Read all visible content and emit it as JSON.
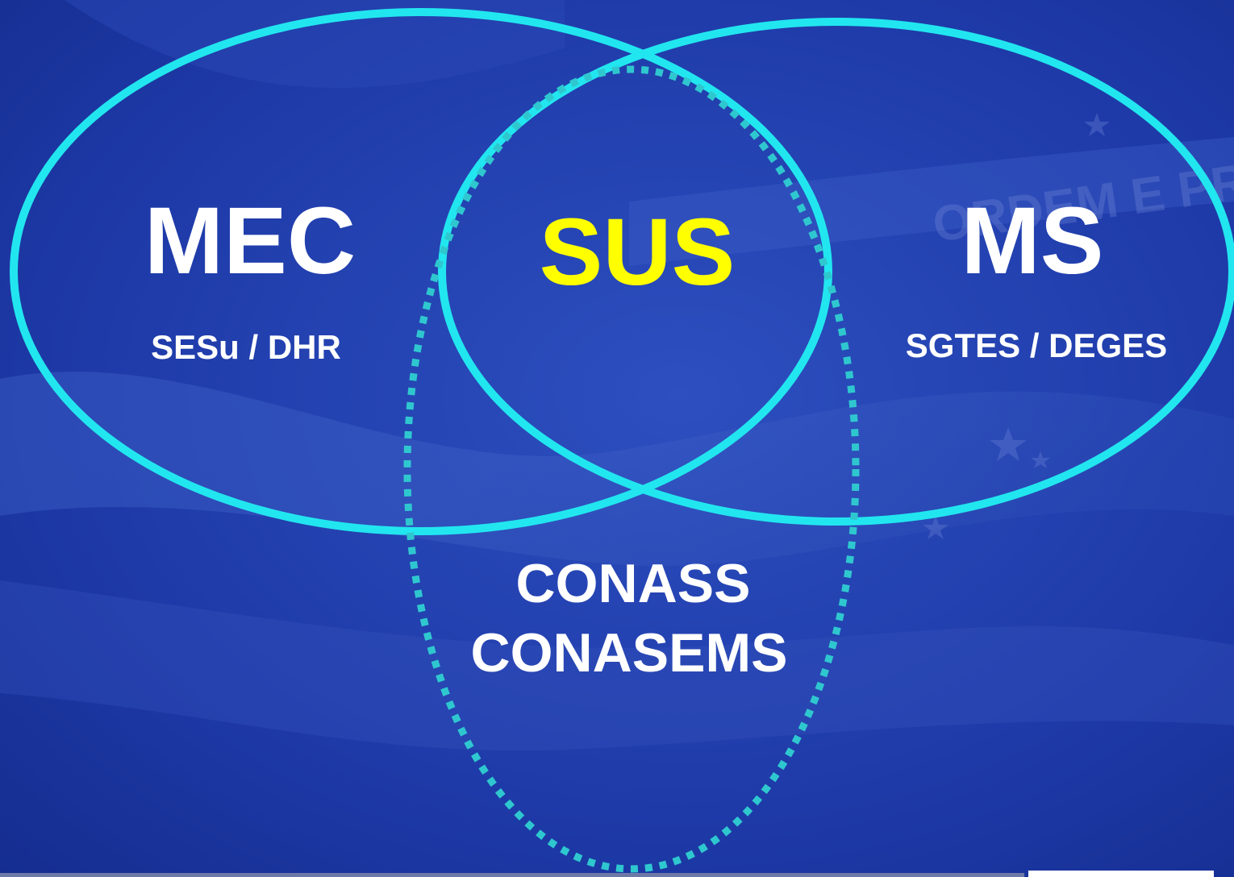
{
  "diagram": {
    "left_set": {
      "title": "MEC",
      "subtitle": "SESu / DHR"
    },
    "right_set": {
      "title": "MS",
      "subtitle": "SGTES / DEGES"
    },
    "intersection": {
      "title": "SUS"
    },
    "dotted_set": {
      "line1": "CONASS",
      "line2": "CONASEMS"
    },
    "background_watermark": "ORDEM E PROGRESSO"
  },
  "colors": {
    "background": "#1f3aa6",
    "solid_outline": "#22e6ef",
    "dotted_outline": "#2fc7cf",
    "title_text": "#ffffff",
    "highlight_text": "#ffff00"
  }
}
